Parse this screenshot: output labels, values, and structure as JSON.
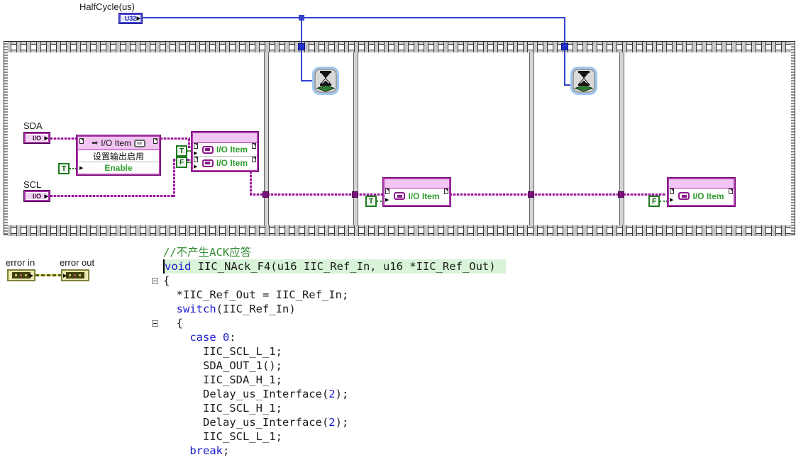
{
  "diagram": {
    "halfcycle": {
      "label": "HalfCycle(us)",
      "type": "U32"
    },
    "sda": {
      "label": "SDA",
      "type": "I/O"
    },
    "scl": {
      "label": "SCL",
      "type": "I/O"
    },
    "bool_true": "T",
    "bool_false": "F",
    "property_node": {
      "title": "I/O Item",
      "row2": "设置输出启用",
      "row3": "Enable"
    },
    "dual_io_node": {
      "row1": "I/O Item",
      "row2": "I/O Item"
    },
    "frame3_node": {
      "row1": "I/O Item"
    },
    "frame5_node": {
      "row1": "I/O Item"
    }
  },
  "error": {
    "in_label": "error in",
    "out_label": "error out"
  },
  "colors": {
    "wire_blue": "#3344cc",
    "wire_purple": "#9b199b",
    "node_purple": "#a832a8",
    "bool_green": "#1f7a1f",
    "io_item_green": "#2f9e2f",
    "keyword_blue": "#1a1acd",
    "comment_green": "#2e8b2e",
    "highlight_green": "#d8f3d8",
    "error_olive": "#82823a"
  },
  "code": {
    "lines": [
      {
        "fold": false,
        "highlight": false,
        "tokens": [
          {
            "c": "cm",
            "t": "//不产生ACK应答"
          }
        ]
      },
      {
        "fold": false,
        "highlight": true,
        "tokens": [
          {
            "c": "kw",
            "t": "void"
          },
          {
            "c": "pl",
            "t": " IIC_NAck_F4(u16 IIC_Ref_In, u16 *IIC_Ref_Out)"
          }
        ]
      },
      {
        "fold": true,
        "highlight": false,
        "tokens": [
          {
            "c": "pl",
            "t": "{"
          }
        ]
      },
      {
        "fold": false,
        "highlight": false,
        "tokens": [
          {
            "c": "pl",
            "t": "  *IIC_Ref_Out = IIC_Ref_In;"
          }
        ]
      },
      {
        "fold": false,
        "highlight": false,
        "tokens": [
          {
            "c": "pl",
            "t": "  "
          },
          {
            "c": "kw",
            "t": "switch"
          },
          {
            "c": "pl",
            "t": "(IIC_Ref_In)"
          }
        ]
      },
      {
        "fold": true,
        "highlight": false,
        "tokens": [
          {
            "c": "pl",
            "t": "  {"
          }
        ]
      },
      {
        "fold": false,
        "highlight": false,
        "tokens": [
          {
            "c": "pl",
            "t": "    "
          },
          {
            "c": "kw",
            "t": "case"
          },
          {
            "c": "pl",
            "t": " "
          },
          {
            "c": "num",
            "t": "0"
          },
          {
            "c": "pl",
            "t": ":"
          }
        ]
      },
      {
        "fold": false,
        "highlight": false,
        "tokens": [
          {
            "c": "pl",
            "t": "      IIC_SCL_L_1;"
          }
        ]
      },
      {
        "fold": false,
        "highlight": false,
        "tokens": [
          {
            "c": "pl",
            "t": "      SDA_OUT_1();"
          }
        ]
      },
      {
        "fold": false,
        "highlight": false,
        "tokens": [
          {
            "c": "pl",
            "t": "      IIC_SDA_H_1;"
          }
        ]
      },
      {
        "fold": false,
        "highlight": false,
        "tokens": [
          {
            "c": "pl",
            "t": "      Delay_us_Interface("
          },
          {
            "c": "num",
            "t": "2"
          },
          {
            "c": "pl",
            "t": ");"
          }
        ]
      },
      {
        "fold": false,
        "highlight": false,
        "tokens": [
          {
            "c": "pl",
            "t": "      IIC_SCL_H_1;"
          }
        ]
      },
      {
        "fold": false,
        "highlight": false,
        "tokens": [
          {
            "c": "pl",
            "t": "      Delay_us_Interface("
          },
          {
            "c": "num",
            "t": "2"
          },
          {
            "c": "pl",
            "t": ");"
          }
        ]
      },
      {
        "fold": false,
        "highlight": false,
        "tokens": [
          {
            "c": "pl",
            "t": "      IIC_SCL_L_1;"
          }
        ]
      },
      {
        "fold": false,
        "highlight": false,
        "tokens": [
          {
            "c": "pl",
            "t": "    "
          },
          {
            "c": "kw",
            "t": "break"
          },
          {
            "c": "pl",
            "t": ";"
          }
        ]
      }
    ]
  }
}
